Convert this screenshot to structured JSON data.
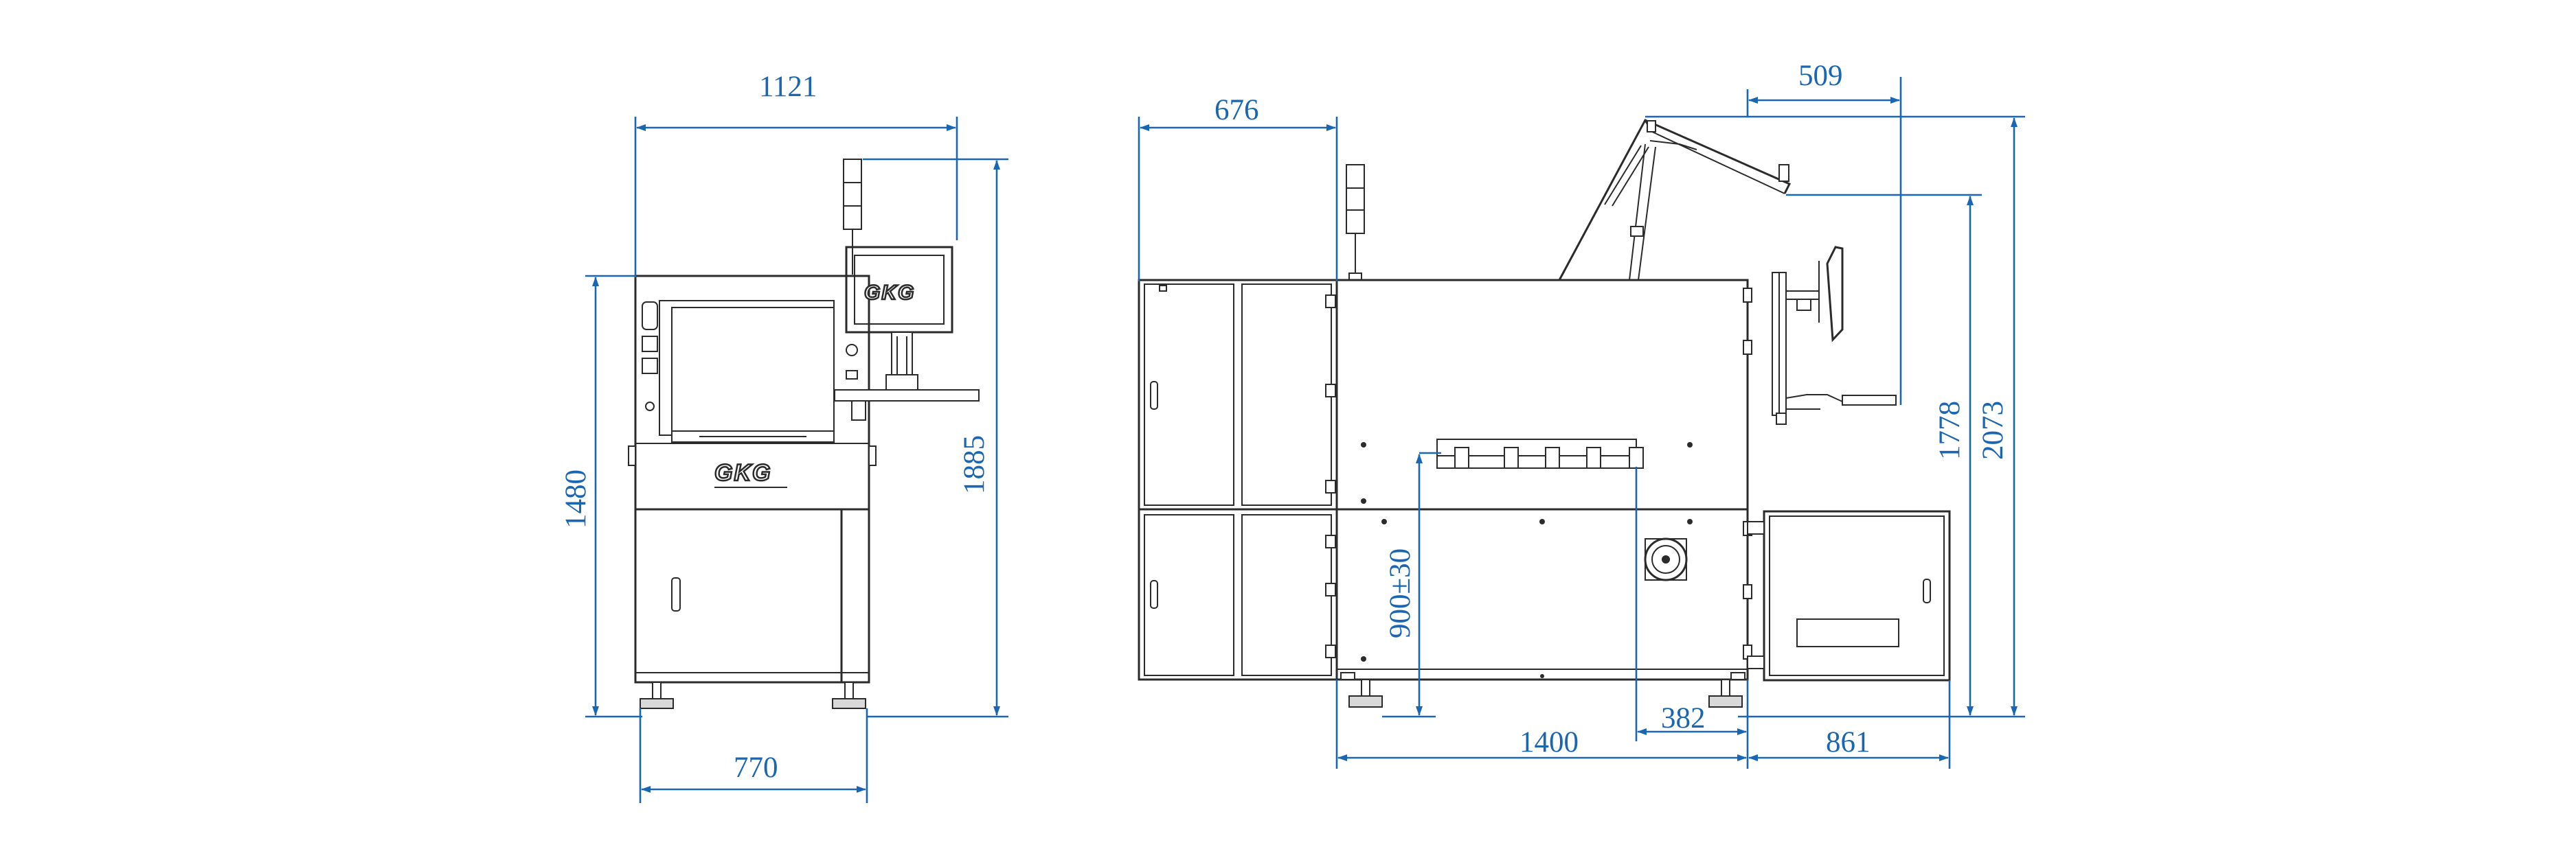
{
  "drawing": {
    "brand_logo": "GKG",
    "colors": {
      "dimension": "#1a66b3",
      "outline": "#2b2b2b",
      "background": "#ffffff"
    },
    "front_view": {
      "dimensions": {
        "overall_width": "1121",
        "footprint_width": "770",
        "body_height": "1480",
        "overall_height": "1885"
      }
    },
    "side_view": {
      "dimensions": {
        "module_depth": "676",
        "monitor_offset": "509",
        "monitor_height": "1778",
        "overall_height": "2073",
        "conveyor_height": "900±30",
        "foot_offset": "382",
        "machine_length": "1400",
        "extension_length": "861"
      }
    }
  }
}
